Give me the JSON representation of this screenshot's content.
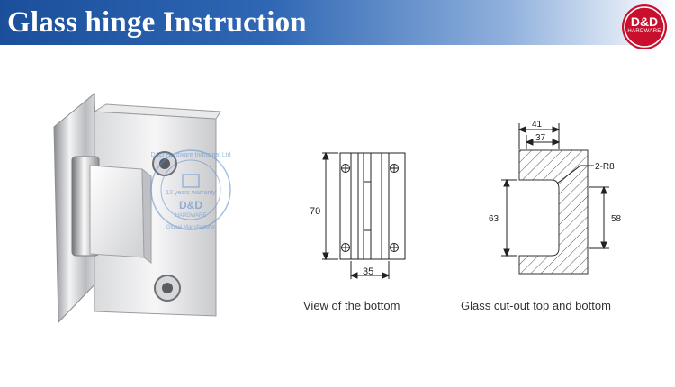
{
  "header": {
    "title": "Glass hinge Instruction",
    "logo_brand": "D&D",
    "logo_sub": "HARDWARE",
    "colors": {
      "banner": "#1b4f9c",
      "logo": "#c8102e"
    }
  },
  "photo": {
    "watermark_brand": "D&D",
    "watermark_sub": "HARDWARE",
    "watermark_badge": "12 years warranty",
    "watermark_ring_top": "D&D Hardware Industrial Ltd",
    "watermark_ring_bottom": "Global Manufacturer"
  },
  "bottom_view": {
    "caption": "View of the bottom",
    "dim_height": "70",
    "dim_width": "35"
  },
  "cutout_view": {
    "caption": "Glass cut-out top and bottom",
    "dim_41": "41",
    "dim_37": "37",
    "dim_radius": "2-R8",
    "dim_63": "63",
    "dim_58": "58"
  }
}
